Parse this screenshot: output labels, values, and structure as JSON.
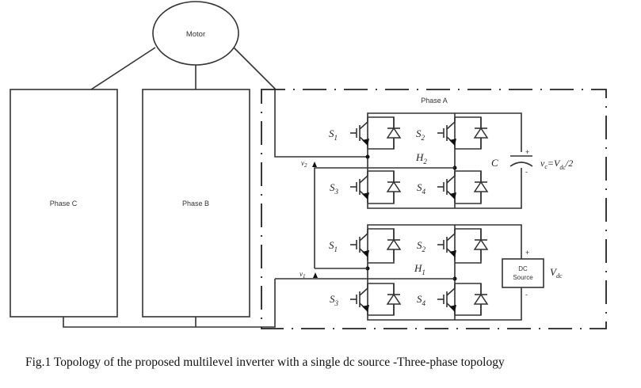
{
  "figure": {
    "caption": "Fig.1 Topology of the proposed multilevel inverter with a single dc source -Three-phase topology"
  },
  "blocks": {
    "motor": "Motor",
    "phase_c": "Phase C",
    "phase_b": "Phase B",
    "phase_a": "Phase A",
    "dc_source_line1": "DC",
    "dc_source_line2": "Source"
  },
  "bridges": [
    {
      "name": "H",
      "sub": "2",
      "switches": [
        {
          "s": "S",
          "sub": "1"
        },
        {
          "s": "S",
          "sub": "2"
        },
        {
          "s": "S",
          "sub": "3"
        },
        {
          "s": "S",
          "sub": "4"
        }
      ],
      "output_voltage": {
        "v": "v",
        "sub": "2"
      }
    },
    {
      "name": "H",
      "sub": "1",
      "switches": [
        {
          "s": "S",
          "sub": "1"
        },
        {
          "s": "S",
          "sub": "2"
        },
        {
          "s": "S",
          "sub": "3"
        },
        {
          "s": "S",
          "sub": "4"
        }
      ],
      "output_voltage": {
        "v": "v",
        "sub": "1"
      }
    }
  ],
  "capacitor": {
    "label": "C",
    "plus": "+",
    "minus": "-",
    "voltage_eq_lhs": "v",
    "voltage_eq_lhs_sub": "c",
    "voltage_eq_mid": "=V",
    "voltage_eq_mid_sub": "dc",
    "voltage_eq_rhs": "/2"
  },
  "dc_source": {
    "label": "V",
    "label_sub": "dc",
    "plus": "+",
    "minus": "-"
  }
}
